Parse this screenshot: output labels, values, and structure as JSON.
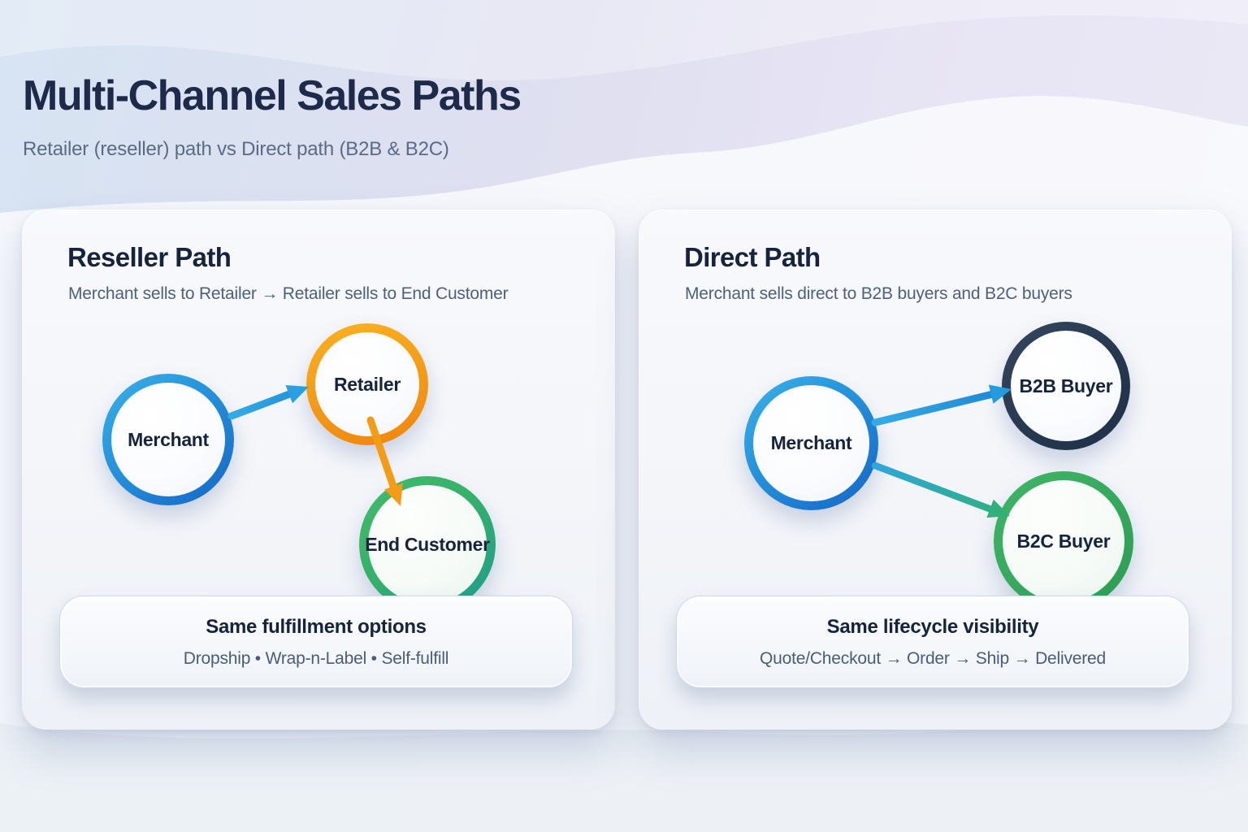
{
  "page": {
    "title": "Multi-Channel Sales Paths",
    "subtitle": "Retailer (reseller) path vs Direct path (B2B & B2C)"
  },
  "cards": {
    "reseller": {
      "title": "Reseller Path",
      "subtitle": "Merchant sells to Retailer → Retailer sells to End Customer",
      "nodes": {
        "merchant": "Merchant",
        "retailer": "Retailer",
        "end_customer": "End Customer"
      },
      "pill": {
        "title": "Same fulfillment options",
        "subtitle": "Dropship • Wrap-n-Label • Self-fulfill"
      }
    },
    "direct": {
      "title": "Direct Path",
      "subtitle": "Merchant sells direct to B2B buyers and B2C buyers",
      "nodes": {
        "merchant": "Merchant",
        "b2b_buyer": "B2B Buyer",
        "b2c_buyer": "B2C Buyer"
      },
      "pill": {
        "title": "Same lifecycle visibility",
        "subtitle": "Quote/Checkout → Order → Ship → Delivered"
      }
    }
  },
  "colors": {
    "heading_text": "#1d2a49",
    "subtitle_text": "#5b6b86",
    "merchant_ring_start": "#3bb1e8",
    "merchant_ring_end": "#1565c5",
    "retailer_ring_start": "#f9b120",
    "retailer_ring_end": "#ee850d",
    "end_customer_ring_start": "#42bd6b",
    "end_customer_ring_end": "#1e9d8f",
    "b2b_ring": "#263850",
    "b2c_ring_start": "#40b566",
    "b2c_ring_end": "#2c9c53",
    "arrow_blue": "#29a0e2",
    "arrow_orange": "#f59c16",
    "arrow_teal_start": "#2ea6db",
    "arrow_teal_end": "#2fb17c"
  }
}
